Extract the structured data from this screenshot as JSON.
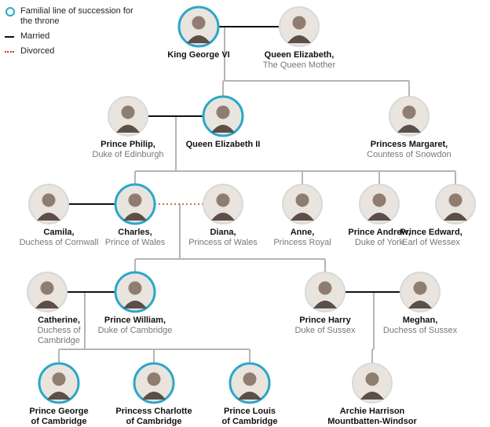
{
  "legend": {
    "succession": "Familial line of succession for the throne",
    "married": "Married",
    "divorced": "Divorced"
  },
  "colors": {
    "succession_ring": "#2aa7c9",
    "neutral_ring": "#d9d9d9",
    "marriage_line": "#111111",
    "divorce_line": "#c0392b",
    "descent_line": "#b5b5b5"
  },
  "people": [
    {
      "id": "george6",
      "title": "King George VI",
      "subtitle": "",
      "succession": true,
      "photo": "portrait-icon"
    },
    {
      "id": "queenmother",
      "title": "Queen Elizabeth,",
      "subtitle": "The Queen Mother",
      "succession": false,
      "photo": "portrait-icon"
    },
    {
      "id": "philip",
      "title": "Prince Philip,",
      "subtitle": "Duke of Edinburgh",
      "succession": false,
      "photo": "portrait-icon"
    },
    {
      "id": "elizabeth2",
      "title": "Queen Elizabeth II",
      "subtitle": "",
      "succession": true,
      "photo": "portrait-icon"
    },
    {
      "id": "margaret",
      "title": "Princess Margaret,",
      "subtitle": "Countess of Snowdon",
      "succession": false,
      "photo": "portrait-icon"
    },
    {
      "id": "camila",
      "title": "Camila,",
      "subtitle": "Duchess of Cornwall",
      "succession": false,
      "photo": "portrait-icon"
    },
    {
      "id": "charles",
      "title": "Charles,",
      "subtitle": "Prince of Wales",
      "succession": true,
      "photo": "portrait-icon"
    },
    {
      "id": "diana",
      "title": "Diana,",
      "subtitle": "Princess of Wales",
      "succession": false,
      "photo": "portrait-icon"
    },
    {
      "id": "anne",
      "title": "Anne,",
      "subtitle": "Princess Royal",
      "succession": false,
      "photo": "portrait-icon"
    },
    {
      "id": "andrew",
      "title": "Prince Andrew,",
      "subtitle": "Duke of York",
      "succession": false,
      "photo": "portrait-icon"
    },
    {
      "id": "edward",
      "title": "Prince Edward,",
      "subtitle": "Earl of Wessex",
      "succession": false,
      "photo": "portrait-icon"
    },
    {
      "id": "catherine",
      "title": "Catherine,",
      "subtitle": "Duchess of\nCambridge",
      "succession": false,
      "photo": "portrait-icon"
    },
    {
      "id": "william",
      "title": "Prince William,",
      "subtitle": "Duke of Cambridge",
      "succession": true,
      "photo": "portrait-icon"
    },
    {
      "id": "harry",
      "title": "Prince Harry",
      "subtitle": "Duke of Sussex",
      "succession": false,
      "photo": "portrait-icon"
    },
    {
      "id": "meghan",
      "title": "Meghan,",
      "subtitle": "Duchess of Sussex",
      "succession": false,
      "photo": "portrait-icon"
    },
    {
      "id": "george",
      "title": "Prince George\nof Cambridge",
      "subtitle": "",
      "succession": true,
      "photo": "portrait-icon"
    },
    {
      "id": "charlotte",
      "title": "Princess Charlotte\nof Cambridge",
      "subtitle": "",
      "succession": true,
      "photo": "portrait-icon"
    },
    {
      "id": "louis",
      "title": "Prince Louis\nof Cambridge",
      "subtitle": "",
      "succession": true,
      "photo": "portrait-icon"
    },
    {
      "id": "archie",
      "title": "Archie Harrison\nMountbatten-Windsor",
      "subtitle": "",
      "succession": false,
      "photo": "portrait-icon"
    }
  ],
  "marriages": [
    {
      "a": "george6",
      "b": "queenmother",
      "type": "married"
    },
    {
      "a": "philip",
      "b": "elizabeth2",
      "type": "married"
    },
    {
      "a": "camila",
      "b": "charles",
      "type": "married"
    },
    {
      "a": "charles",
      "b": "diana",
      "type": "divorced"
    },
    {
      "a": "catherine",
      "b": "william",
      "type": "married"
    },
    {
      "a": "harry",
      "b": "meghan",
      "type": "married"
    }
  ],
  "descents": [
    {
      "parents": [
        "george6",
        "queenmother"
      ],
      "children": [
        "elizabeth2",
        "margaret"
      ]
    },
    {
      "parents": [
        "philip",
        "elizabeth2"
      ],
      "children": [
        "charles",
        "anne",
        "andrew",
        "edward"
      ]
    },
    {
      "parents": [
        "charles",
        "diana"
      ],
      "children": [
        "william",
        "harry"
      ]
    },
    {
      "parents": [
        "catherine",
        "william"
      ],
      "children": [
        "george",
        "charlotte",
        "louis"
      ]
    },
    {
      "parents": [
        "harry",
        "meghan"
      ],
      "children": [
        "archie"
      ]
    }
  ]
}
